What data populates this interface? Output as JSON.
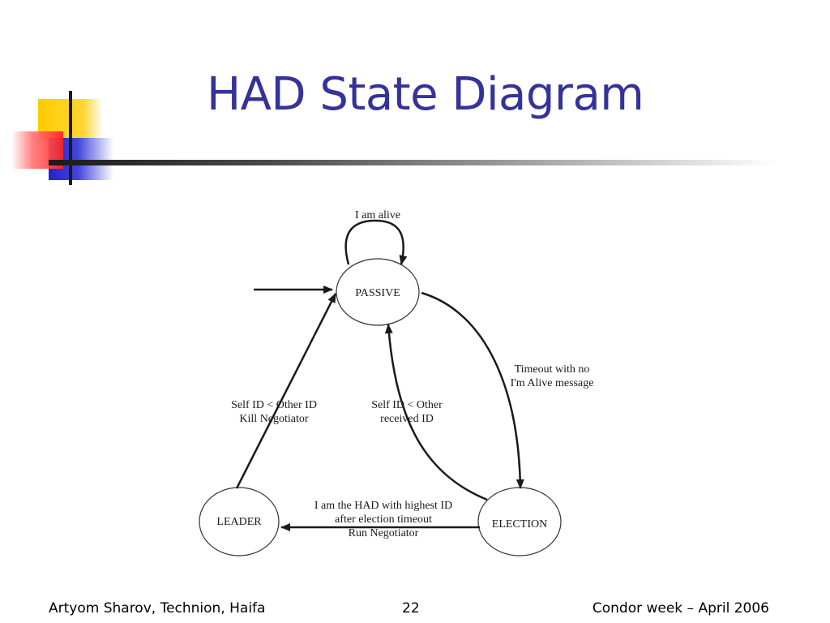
{
  "slide": {
    "title": "HAD State Diagram"
  },
  "diagram": {
    "states": {
      "passive": "PASSIVE",
      "election": "ELECTION",
      "leader": "LEADER"
    },
    "transitions": {
      "self_loop": "I am alive",
      "timeout": [
        "Timeout with no",
        "I'm Alive message"
      ],
      "election_to_passive": [
        "Self ID  < Other",
        "received ID"
      ],
      "leader_to_passive": [
        "Self ID  < Other ID",
        "Kill Negotiator"
      ],
      "election_to_leader": [
        "I am the HAD with highest ID",
        "after election timeout",
        "Run Negotiator"
      ]
    }
  },
  "footer": {
    "left": "Artyom Sharov, Technion, Haifa",
    "center": "22",
    "right": "Condor week – April 2006"
  },
  "colors": {
    "title": "#333399",
    "deco_yellow": "#ffcc00",
    "deco_red": "#ff3333",
    "deco_blue": "#3333cc"
  }
}
